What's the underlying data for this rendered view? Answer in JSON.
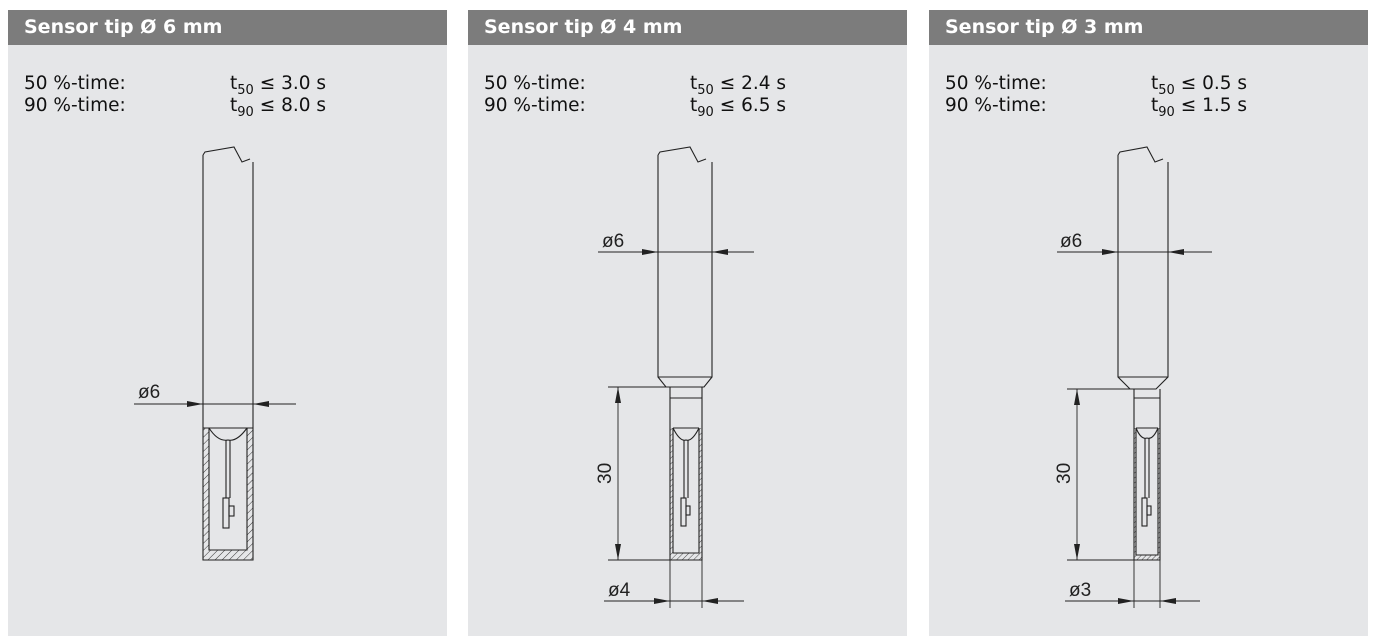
{
  "panels": [
    {
      "title": "Sensor tip Ø 6 mm",
      "rows": [
        {
          "label": "50 %-time:",
          "sym": "t",
          "sub": "50",
          "value": " ≤ 3.0 s"
        },
        {
          "label": "90 %-time:",
          "sym": "t",
          "sub": "90",
          "value": " ≤ 8.0 s"
        }
      ],
      "dims": {
        "tip": "ø6"
      }
    },
    {
      "title": "Sensor tip Ø 4 mm",
      "rows": [
        {
          "label": "50 %-time:",
          "sym": "t",
          "sub": "50",
          "value": " ≤ 2.4 s"
        },
        {
          "label": "90 %-time:",
          "sym": "t",
          "sub": "90",
          "value": " ≤ 6.5 s"
        }
      ],
      "dims": {
        "shaft": "ø6",
        "length": "30",
        "tip": "ø4"
      }
    },
    {
      "title": "Sensor tip Ø 3 mm",
      "rows": [
        {
          "label": "50 %-time:",
          "sym": "t",
          "sub": "50",
          "value": " ≤ 0.5 s"
        },
        {
          "label": "90 %-time:",
          "sym": "t",
          "sub": "90",
          "value": " ≤ 1.5 s"
        }
      ],
      "dims": {
        "shaft": "ø6",
        "length": "30",
        "tip": "ø3"
      }
    }
  ],
  "colors": {
    "header": "#7c7c7c",
    "panel": "#e5e6e8",
    "line": "#222222"
  }
}
